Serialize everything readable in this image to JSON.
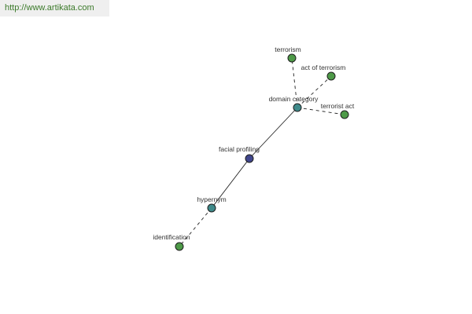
{
  "site": {
    "url": "http://www.artikata.com"
  },
  "colors": {
    "green": "#4e9a48",
    "teal": "#3f8a8a",
    "blue": "#40468c",
    "link_text": "#3b7a2a"
  },
  "nodes": [
    {
      "id": "terrorism",
      "label": "terrorism",
      "color": "green"
    },
    {
      "id": "act-of-terrorism",
      "label": "act of terrorism",
      "color": "green"
    },
    {
      "id": "domain-category",
      "label": "domain category",
      "color": "teal"
    },
    {
      "id": "terrorist-act",
      "label": "terrorist act",
      "color": "green"
    },
    {
      "id": "facial-profiling",
      "label": "facial profiling",
      "color": "blue"
    },
    {
      "id": "hypernym",
      "label": "hypernym",
      "color": "teal"
    },
    {
      "id": "identification",
      "label": "identification",
      "color": "green"
    }
  ],
  "edges": [
    {
      "from": "facial-profiling",
      "to": "domain-category",
      "style": "solid"
    },
    {
      "from": "facial-profiling",
      "to": "hypernym",
      "style": "solid"
    },
    {
      "from": "domain-category",
      "to": "terrorism",
      "style": "dashed"
    },
    {
      "from": "domain-category",
      "to": "act-of-terrorism",
      "style": "dashed"
    },
    {
      "from": "domain-category",
      "to": "terrorist-act",
      "style": "dashed"
    },
    {
      "from": "hypernym",
      "to": "identification",
      "style": "dashed"
    }
  ]
}
